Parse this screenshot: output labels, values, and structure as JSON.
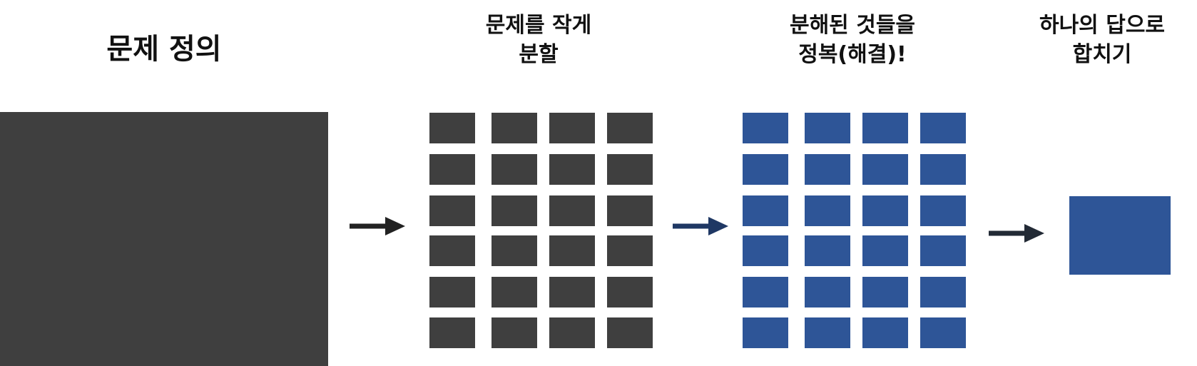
{
  "steps": [
    {
      "lines": [
        "문제 정의"
      ]
    },
    {
      "lines": [
        "문제를 작게",
        "분할"
      ]
    },
    {
      "lines": [
        "분해된 것들을",
        "정복(해결)!"
      ]
    },
    {
      "lines": [
        "하나의 답으로",
        "합치기"
      ]
    }
  ],
  "colors": {
    "problem": "#3f3f3f",
    "solved": "#2e5597",
    "arrow_1": "#222222",
    "arrow_2": "#1f3864",
    "arrow_3": "#222a35",
    "text": "#111111"
  },
  "grid": {
    "rows": 6,
    "cols": 4
  }
}
